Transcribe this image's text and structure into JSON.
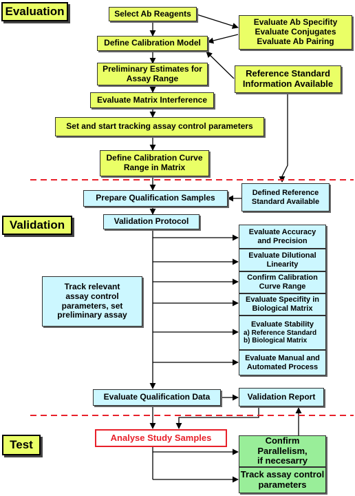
{
  "stages": {
    "evaluation": "Evaluation",
    "validation": "Validation",
    "test": "Test"
  },
  "evaluation": {
    "select_ab_reagents": "Select Ab Reagents",
    "evaluate_ab": "Evaluate Ab Specifity\nEvaluate Conjugates\nEvaluate Ab Pairing",
    "define_calibration_model": "Define Calibration Model",
    "reference_standard_info": "Reference Standard\nInformation Available",
    "preliminary_estimates": "Preliminary Estimates for\nAssay Range",
    "evaluate_matrix_interference": "Evaluate Matrix Interference",
    "set_tracking_parameters": "Set and start tracking assay control parameters",
    "define_calibration_curve": "Define Calibration Curve\nRange in Matrix"
  },
  "validation": {
    "defined_reference_standard": "Defined Reference\nStandard Available",
    "prepare_qualification_samples": "Prepare Qualification Samples",
    "validation_protocol": "Validation  Protocol",
    "accuracy_precision": "Evaluate Accuracy\nand Precision",
    "dilutional_linearity": "Evaluate Dilutional\nLinearity",
    "confirm_calibration_curve": "Confirm Calibration\nCurve Range",
    "specifity_biological_matrix": "Evaluate Specifity in\nBiological Matrix",
    "stability_title": "Evaluate Stability",
    "stability_a": "a) Reference Standard",
    "stability_b": "b) Biological Matrix",
    "manual_automated": "Evaluate Manual and\nAutomated Process",
    "track_relevant": "Track relevant\nassay control\nparameters, set\npreliminary assay",
    "evaluate_qualification_data": "Evaluate Qualification Data",
    "validation_report": "Validation  Report"
  },
  "test": {
    "analyse_study_samples": "Analyse Study Samples",
    "confirm_parallelism": "Confirm Parallelism,\nif necesarry",
    "track_assay_control": "Track assay control\nparameters"
  },
  "colors": {
    "yellow": "#eaff66",
    "blue": "#ccf7ff",
    "green": "#99ee99",
    "divider_red": "#e8202a",
    "highlight_red": "#e8202a"
  }
}
